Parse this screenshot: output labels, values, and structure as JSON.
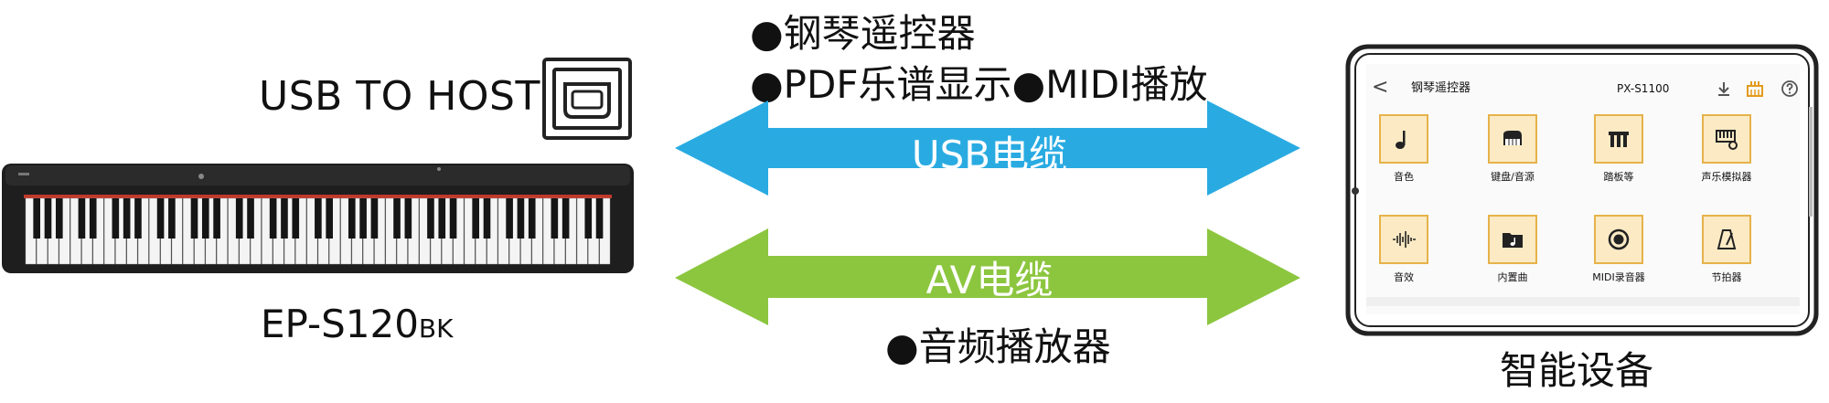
{
  "piano": {
    "usb_label": "USB TO HOST",
    "model_main": "EP-S120",
    "model_suffix": "BK"
  },
  "features": {
    "top_line1": "●钢琴遥控器",
    "top_line2": "●PDF乐谱显示●MIDI播放",
    "bottom": "●音频播放器"
  },
  "cables": {
    "usb": {
      "label": "USB电缆",
      "color": "#29abe2"
    },
    "av": {
      "label": "AV电缆",
      "color": "#8cc63f"
    }
  },
  "device": {
    "label": "智能设备",
    "app": {
      "back_glyph": "<",
      "title": "钢琴遥控器",
      "model": "PX-S1100",
      "tiles": [
        {
          "label": "音色",
          "icon": "note-icon"
        },
        {
          "label": "键盘/音源",
          "icon": "keyboard-icon"
        },
        {
          "label": "踏板等",
          "icon": "pedal-icon"
        },
        {
          "label": "声乐模拟器",
          "icon": "simulator-icon"
        },
        {
          "label": "音效",
          "icon": "waveform-icon"
        },
        {
          "label": "内置曲",
          "icon": "folder-music-icon"
        },
        {
          "label": "MIDI录音器",
          "icon": "record-icon"
        },
        {
          "label": "节拍器",
          "icon": "metronome-icon"
        }
      ]
    }
  }
}
